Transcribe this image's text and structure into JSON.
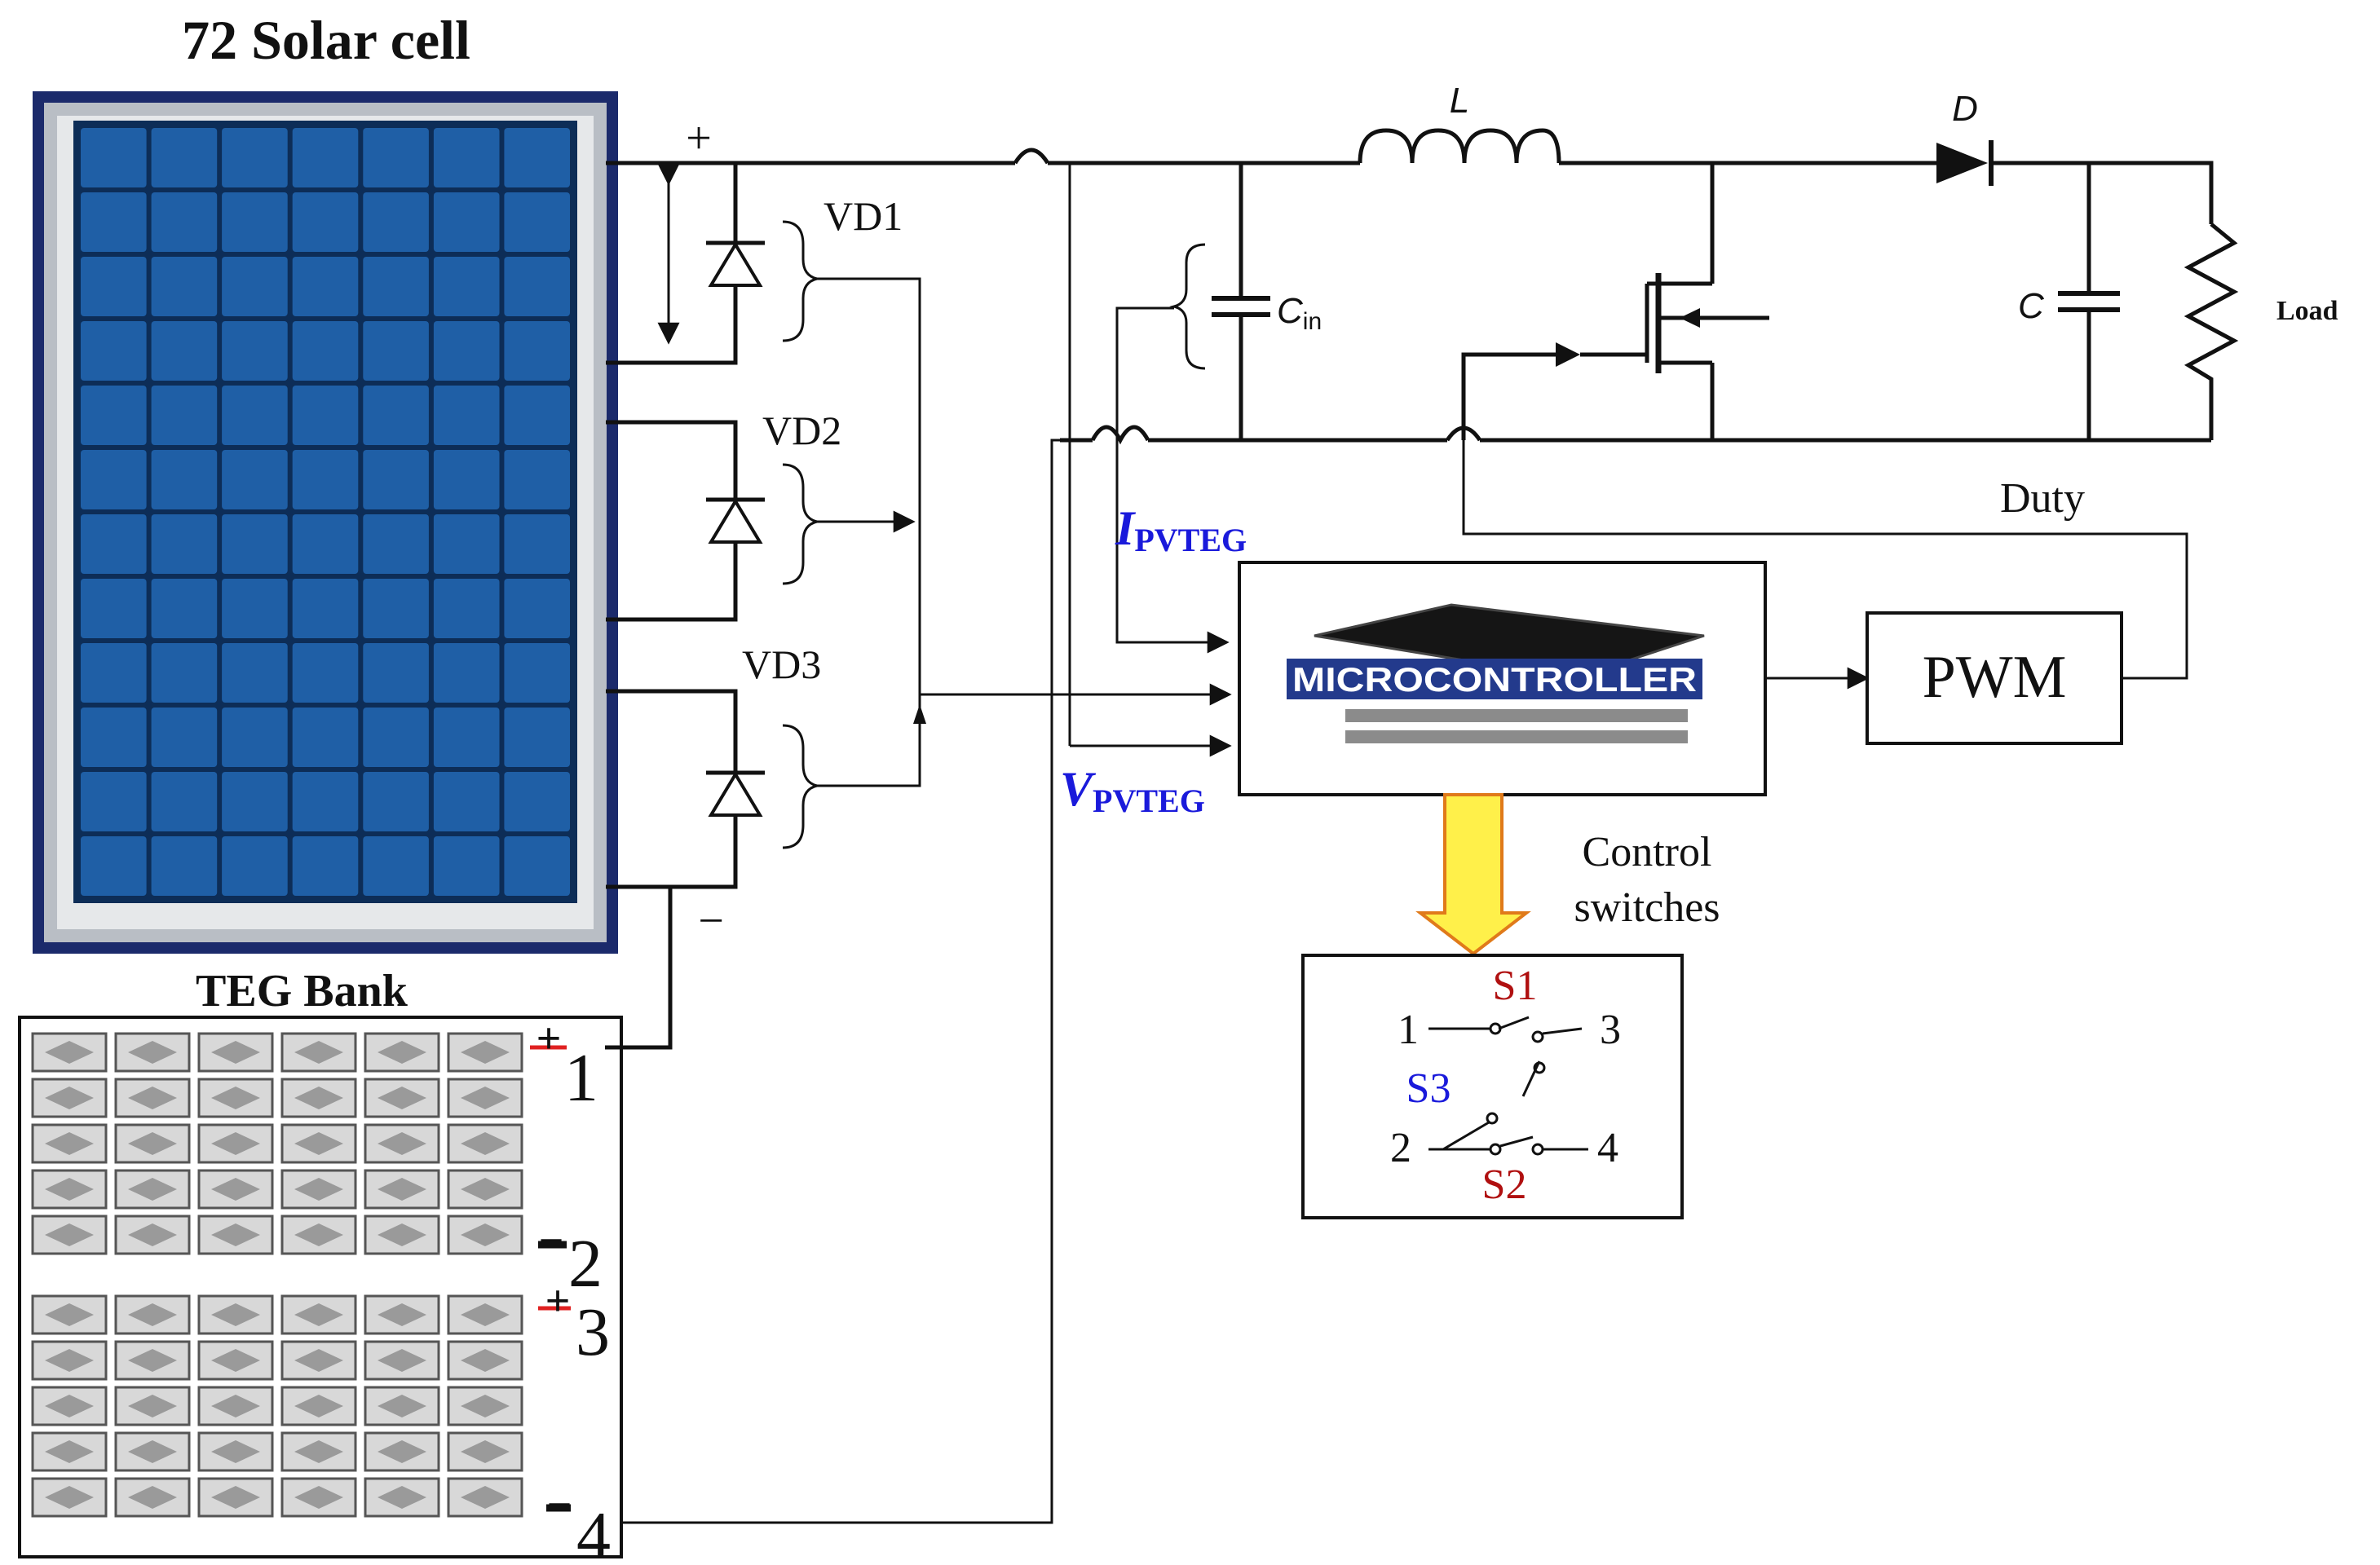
{
  "labels": {
    "solar_title": "72 Solar cell",
    "teg_title": "TEG Bank",
    "plus": "+",
    "minus": "−",
    "vd1": "VD1",
    "vd2": "VD2",
    "vd3": "VD3",
    "inductor": "L",
    "diode": "D",
    "cin_main": "C",
    "cin_sub": "in",
    "cap": "C",
    "load": "Load",
    "duty": "Duty",
    "i_main": "I",
    "i_sub": "PVTEG",
    "v_main": "V",
    "v_sub": "PVTEG",
    "micro": "MICROCONTROLLER",
    "pwm": "PWM",
    "control_line1": "Control",
    "control_line2": "switches",
    "s1": "S1",
    "s2": "S2",
    "s3": "S3",
    "n1": "1",
    "n2": "2",
    "n3": "3",
    "n4": "4",
    "teg_t1": "1",
    "teg_t2": "2",
    "teg_t3": "3",
    "teg_t4": "4",
    "teg_plus1": "+",
    "teg_minus2": "−",
    "teg_plus3": "+",
    "teg_minus4": "−"
  },
  "colors": {
    "panel_cell": "#1f5fa6",
    "panel_frame": "#1b2a6b",
    "panel_border": "#cfd3d8",
    "label_blue": "#1a1adb",
    "label_red": "#b01010",
    "arrow_yellow": "#fff04a",
    "arrow_outline": "#e07a1a"
  },
  "solar_panel": {
    "rows": 12,
    "cols": 7
  },
  "teg_bank": {
    "groups": 2,
    "rows_per_group": 5,
    "cols": 6
  }
}
